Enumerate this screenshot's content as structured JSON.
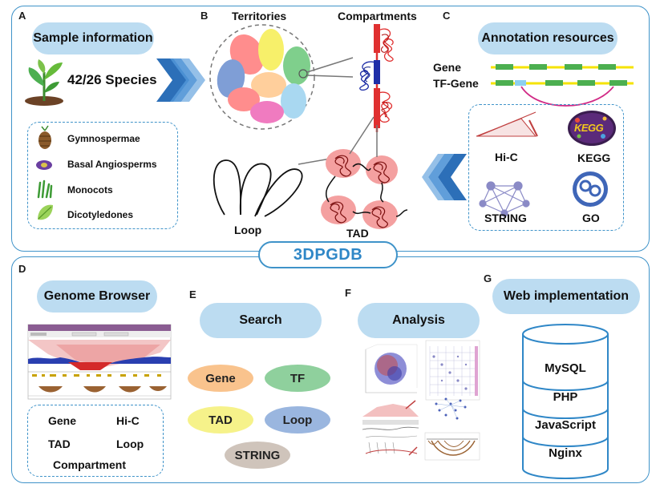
{
  "badge": "3DPGDB",
  "panels": {
    "a": "A",
    "b": "B",
    "c": "C",
    "d": "D",
    "e": "E",
    "f": "F",
    "g": "G"
  },
  "sample": {
    "title": "Sample information",
    "species": "42/26 Species",
    "groups": [
      "Gymnospermae",
      "Basal Angiosperms",
      "Monocots",
      "Dicotyledones"
    ]
  },
  "structure": {
    "territories": "Territories",
    "compartments": "Compartments",
    "loop": "Loop",
    "tad": "TAD"
  },
  "annotation": {
    "title": "Annotation resources",
    "gene": "Gene",
    "tf_gene": "TF-Gene",
    "resources": [
      "Hi-C",
      "KEGG",
      "STRING",
      "GO"
    ],
    "kegg_logo": "KEGG"
  },
  "browser": {
    "title": "Genome Browser",
    "items": [
      "Gene",
      "Hi-C",
      "TAD",
      "Loop",
      "Compartment"
    ]
  },
  "search": {
    "title": "Search",
    "items": [
      "Gene",
      "TF",
      "TAD",
      "Loop",
      "STRING"
    ]
  },
  "analysis": {
    "title": "Analysis"
  },
  "web": {
    "title": "Web implementation",
    "stack": [
      "MySQL",
      "PHP",
      "JavaScript",
      "Nginx"
    ]
  },
  "colors": {
    "border": "#3f93c9",
    "pill": "#bcdcf1",
    "gene_green": "#4caf50",
    "gene_yellow": "#f5e300",
    "tad_red": "#e13a3a"
  }
}
